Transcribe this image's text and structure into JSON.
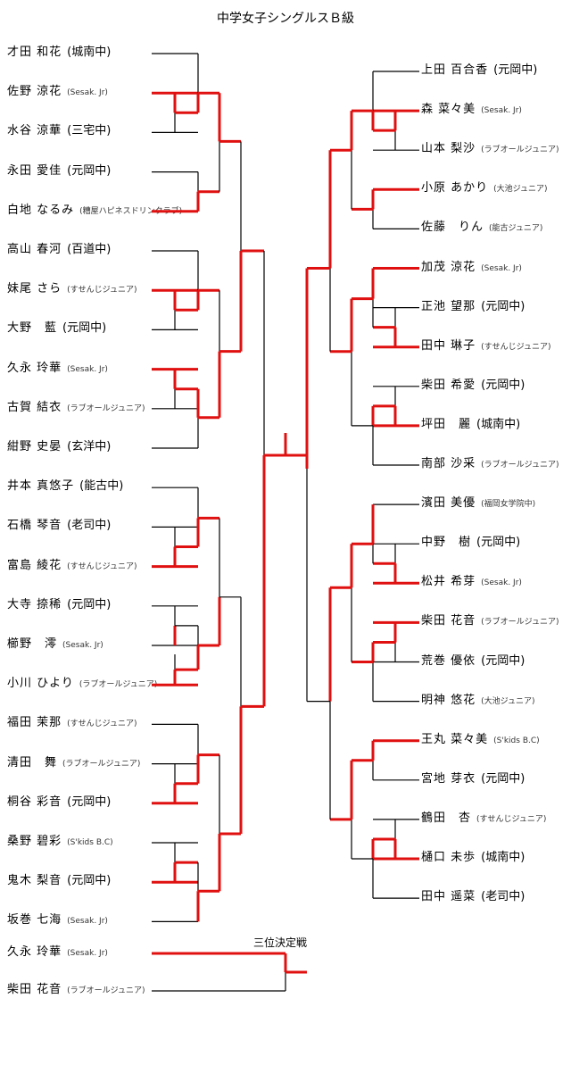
{
  "title": "中学女子シングルスＢ級",
  "third_place_title": "三位決定戦",
  "left_players": [
    {
      "name": "才田 和花",
      "team": "(城南中)",
      "small": false
    },
    {
      "name": "佐野 涼花",
      "team": "(Sesak. Jr)",
      "small": true
    },
    {
      "name": "水谷 涼華",
      "team": "(三宅中)",
      "small": false
    },
    {
      "name": "永田 愛佳",
      "team": "(元岡中)",
      "small": false
    },
    {
      "name": "白地 なるみ",
      "team": "(糟屋ハピネスドリンクラブ)",
      "small": true
    },
    {
      "name": "高山 春河",
      "team": "(百道中)",
      "small": false
    },
    {
      "name": "妹尾 さら",
      "team": "(すせんじジュニア)",
      "small": true
    },
    {
      "name": "大野　藍",
      "team": "(元岡中)",
      "small": false
    },
    {
      "name": "久永 玲華",
      "team": "(Sesak. Jr)",
      "small": true
    },
    {
      "name": "古賀 結衣",
      "team": "(ラブオールジュニア)",
      "small": true
    },
    {
      "name": "紺野 史晏",
      "team": "(玄洋中)",
      "small": false
    },
    {
      "name": "井本 真悠子",
      "team": "(能古中)",
      "small": false
    },
    {
      "name": "石橋 琴音",
      "team": "(老司中)",
      "small": false
    },
    {
      "name": "富島 綾花",
      "team": "(すせんじジュニア)",
      "small": true
    },
    {
      "name": "大寺 捺稀",
      "team": "(元岡中)",
      "small": false
    },
    {
      "name": "櫛野　澪",
      "team": "(Sesak. Jr)",
      "small": true
    },
    {
      "name": "小川 ひより",
      "team": "(ラブオールジュニア)",
      "small": true
    },
    {
      "name": "福田 茉那",
      "team": "(すせんじジュニア)",
      "small": true
    },
    {
      "name": "清田　舞",
      "team": "(ラブオールジュニア)",
      "small": true
    },
    {
      "name": "桐谷 彩音",
      "team": "(元岡中)",
      "small": false
    },
    {
      "name": "桑野 碧彩",
      "team": "(S'kids B.C)",
      "small": true
    },
    {
      "name": "鬼木 梨音",
      "team": "(元岡中)",
      "small": false
    },
    {
      "name": "坂巻 七海",
      "team": "(Sesak. Jr)",
      "small": true
    }
  ],
  "right_players": [
    {
      "name": "上田 百合香",
      "team": "(元岡中)",
      "small": false
    },
    {
      "name": "森 菜々美",
      "team": "(Sesak. Jr)",
      "small": true
    },
    {
      "name": "山本 梨沙",
      "team": "(ラブオールジュニア)",
      "small": true
    },
    {
      "name": "小原 あかり",
      "team": "(大池ジュニア)",
      "small": true
    },
    {
      "name": "佐藤　りん",
      "team": "(能古ジュニア)",
      "small": true
    },
    {
      "name": "加茂 涼花",
      "team": "(Sesak. Jr)",
      "small": true
    },
    {
      "name": "正池 望那",
      "team": "(元岡中)",
      "small": false
    },
    {
      "name": "田中 琳子",
      "team": "(すせんじジュニア)",
      "small": true
    },
    {
      "name": "柴田 希愛",
      "team": "(元岡中)",
      "small": false
    },
    {
      "name": "坪田　麗",
      "team": "(城南中)",
      "small": false
    },
    {
      "name": "南部 沙采",
      "team": "(ラブオールジュニア)",
      "small": true
    },
    {
      "name": "濱田 美優",
      "team": "(福岡女学院中)",
      "small": true
    },
    {
      "name": "中野　樹",
      "team": "(元岡中)",
      "small": false
    },
    {
      "name": "松井 希芽",
      "team": "(Sesak. Jr)",
      "small": true
    },
    {
      "name": "柴田 花音",
      "team": "(ラブオールジュニア)",
      "small": true
    },
    {
      "name": "荒巻 優依",
      "team": "(元岡中)",
      "small": false
    },
    {
      "name": "明神 悠花",
      "team": "(大池ジュニア)",
      "small": true
    },
    {
      "name": "王丸 菜々美",
      "team": "(S'kids B.C)",
      "small": true
    },
    {
      "name": "宮地 芽衣",
      "team": "(元岡中)",
      "small": false
    },
    {
      "name": "鶴田　杏",
      "team": "(すせんじジュニア)",
      "small": true
    },
    {
      "name": "樋口 未歩",
      "team": "(城南中)",
      "small": false
    },
    {
      "name": "田中 遥菜",
      "team": "(老司中)",
      "small": false
    }
  ],
  "third_place_players": [
    {
      "name": "久永 玲華",
      "team": "(Sesak. Jr)",
      "small": true
    },
    {
      "name": "柴田 花音",
      "team": "(ラブオールジュニア)",
      "small": true
    }
  ],
  "colors": {
    "winner_line": "#e01010",
    "loser_line": "#000000"
  }
}
